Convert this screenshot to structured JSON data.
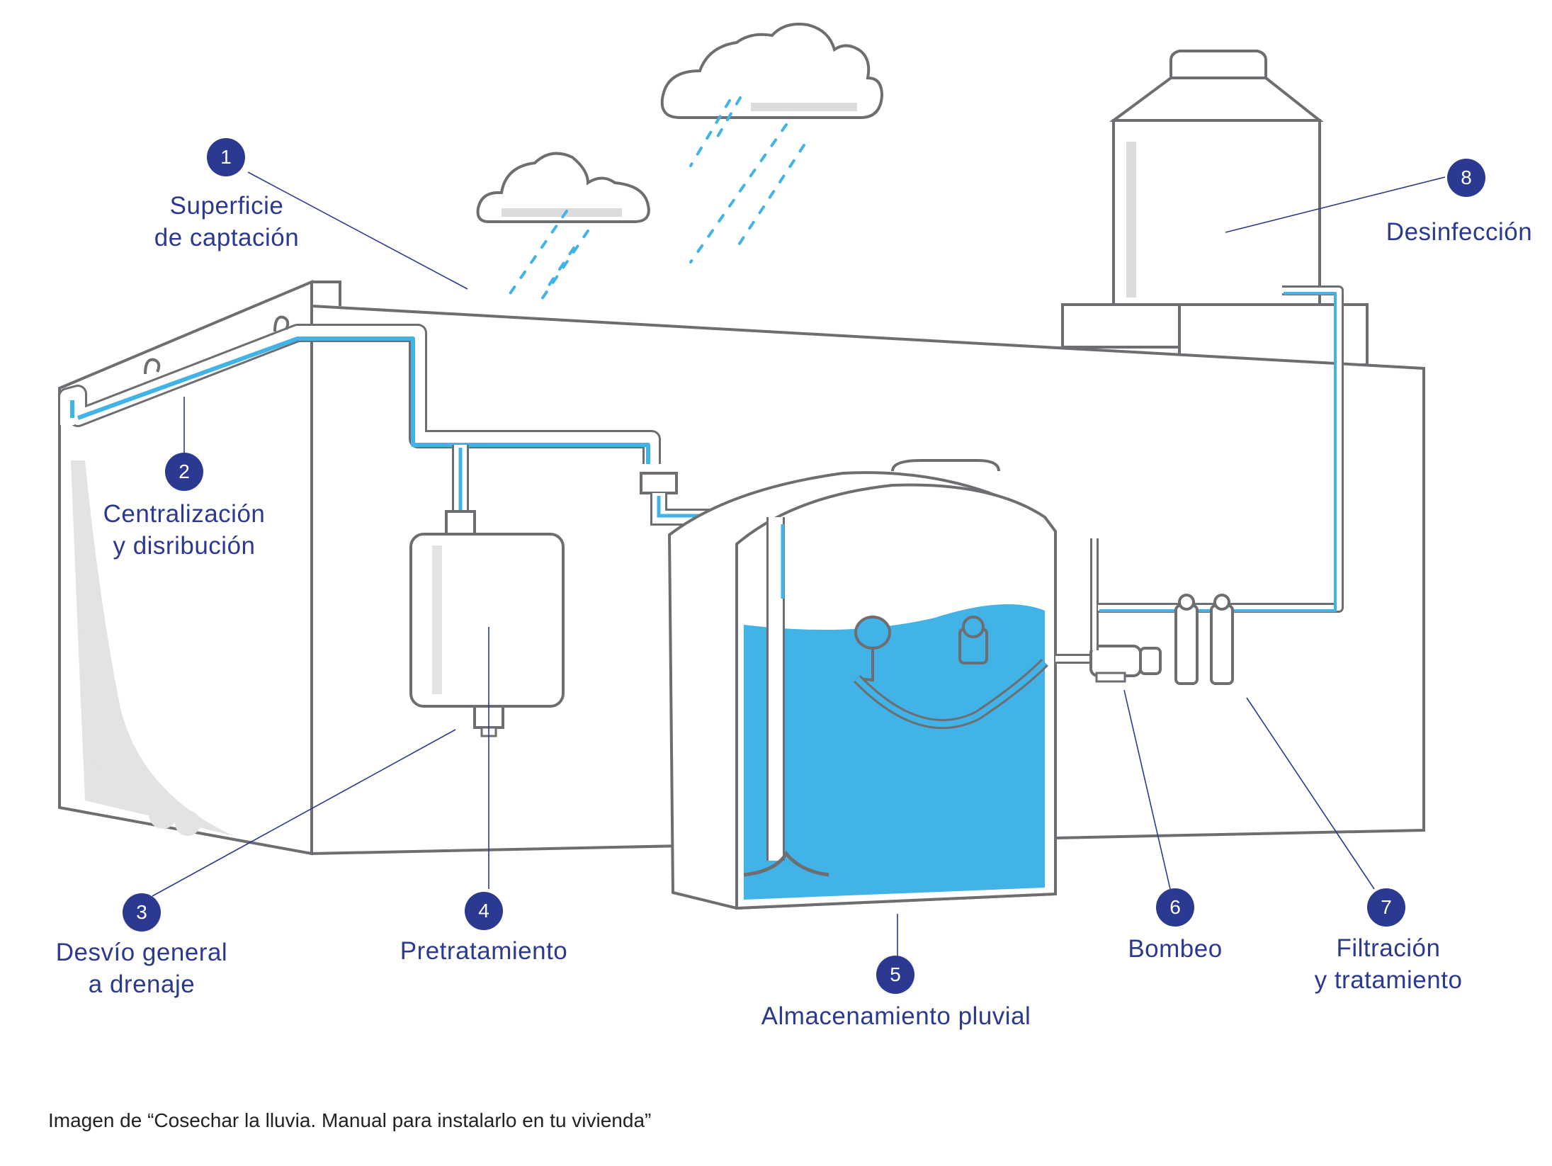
{
  "labels": [
    {
      "number": "1",
      "line1": "Superficie",
      "line2": "de captación"
    },
    {
      "number": "2",
      "line1": "Centralización",
      "line2": "y disribución"
    },
    {
      "number": "3",
      "line1": "Desvío general",
      "line2": "a drenaje"
    },
    {
      "number": "4",
      "line1": "Pretratamiento",
      "line2": ""
    },
    {
      "number": "5",
      "line1": "Almacenamiento pluvial",
      "line2": ""
    },
    {
      "number": "6",
      "line1": "Bombeo",
      "line2": ""
    },
    {
      "number": "7",
      "line1": "Filtración",
      "line2": "y tratamiento"
    },
    {
      "number": "8",
      "line1": "Desinfección",
      "line2": ""
    }
  ],
  "caption": "Imagen de “Cosechar la lluvia. Manual para instalarlo en tu vivienda”",
  "colors": {
    "label_navy": "#2b3990",
    "water_blue": "#41b3e6",
    "outline_gray": "#6d6e71",
    "shadow_gray": "#dcdcdc"
  }
}
